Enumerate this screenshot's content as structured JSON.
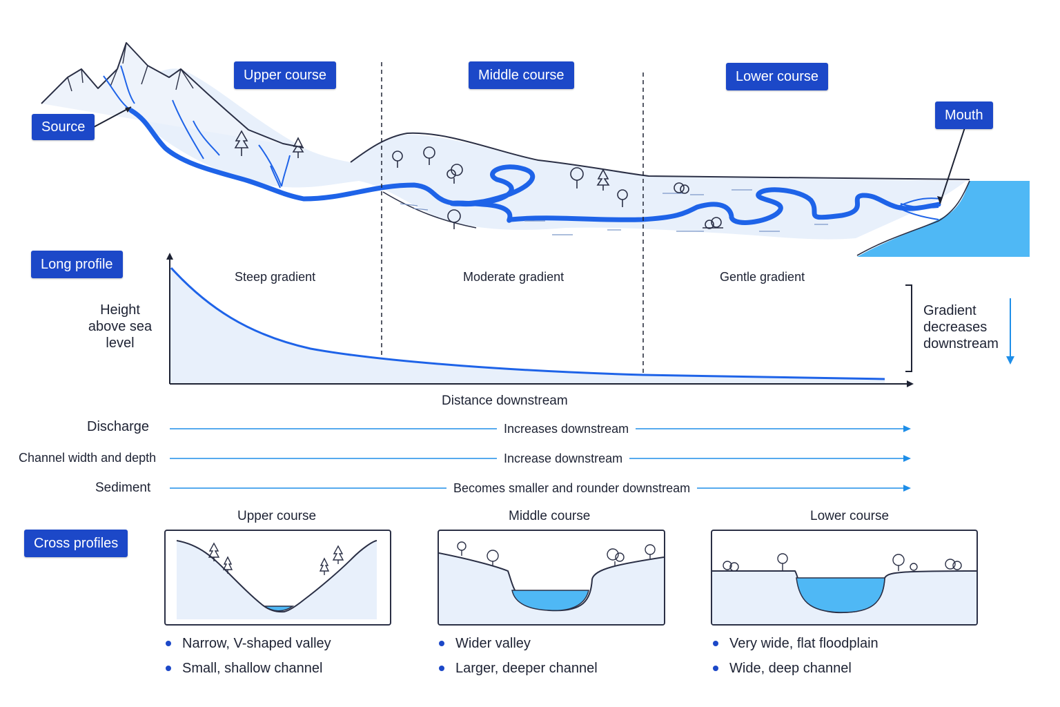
{
  "labels": {
    "source": "Source",
    "upper_course": "Upper course",
    "middle_course": "Middle course",
    "lower_course": "Lower course",
    "mouth": "Mouth",
    "long_profile": "Long profile",
    "cross_profiles": "Cross profiles"
  },
  "long_profile": {
    "y_axis_label": "Height above sea level",
    "x_axis_label": "Distance downstream",
    "zones": [
      "Steep gradient",
      "Moderate gradient",
      "Gentle gradient"
    ],
    "gradient_note": "Gradient decreases downstream"
  },
  "trends": [
    {
      "name": "Discharge",
      "text": "Increases downstream"
    },
    {
      "name": "Channel width and depth",
      "text": "Increase downstream"
    },
    {
      "name": "Sediment",
      "text": "Becomes smaller and rounder downstream"
    }
  ],
  "cross_profiles": [
    {
      "title": "Upper course",
      "bullets": [
        "Narrow, V-shaped valley",
        "Small, shallow channel"
      ]
    },
    {
      "title": "Middle course",
      "bullets": [
        "Wider valley",
        "Larger, deeper channel"
      ]
    },
    {
      "title": "Lower course",
      "bullets": [
        "Very wide, flat floodplain",
        "Wide, deep channel"
      ]
    }
  ],
  "colors": {
    "accent": "#1c48c8",
    "river": "#1e63e8",
    "water": "#4fb8f5",
    "fill": "#e8f0fb",
    "line": "#2a2f45"
  }
}
